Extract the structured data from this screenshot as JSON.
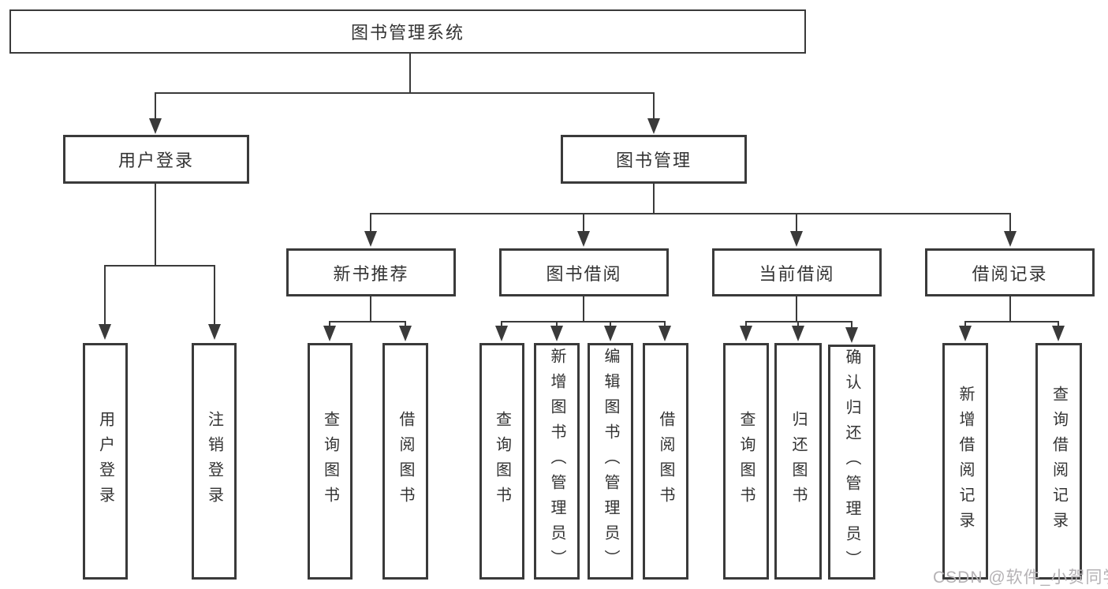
{
  "tree": {
    "label": "图书管理系统",
    "children": [
      {
        "label": "用户登录",
        "children": [
          {
            "label": "用户登录"
          },
          {
            "label": "注销登录"
          }
        ]
      },
      {
        "label": "图书管理",
        "children": [
          {
            "label": "新书推荐",
            "children": [
              {
                "label": "查询图书"
              },
              {
                "label": "借阅图书"
              }
            ]
          },
          {
            "label": "图书借阅",
            "children": [
              {
                "label": "查询图书"
              },
              {
                "label": "新增图书（管理员）"
              },
              {
                "label": "编辑图书（管理员）"
              },
              {
                "label": "借阅图书"
              }
            ]
          },
          {
            "label": "当前借阅",
            "children": [
              {
                "label": "查询图书"
              },
              {
                "label": "归还图书"
              },
              {
                "label": "确认归还（管理员）"
              }
            ]
          },
          {
            "label": "借阅记录",
            "children": [
              {
                "label": "新增借阅记录"
              },
              {
                "label": "查询借阅记录"
              }
            ]
          }
        ]
      }
    ]
  },
  "watermark": {
    "text": "CSDN @软件_小贺同学"
  },
  "colors": {
    "line": "#3a3a3a",
    "text": "#333333",
    "watermark": "#b5b2b5",
    "background": "#ffffff"
  }
}
